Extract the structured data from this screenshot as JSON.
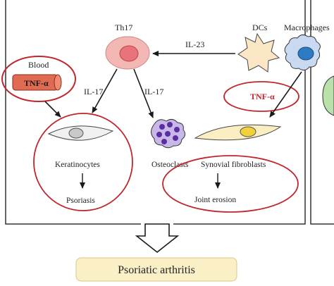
{
  "labels": {
    "th17": "Th17",
    "dcs": "DCs",
    "macrophages": "Macrophages",
    "il23": "IL-23",
    "blood": "Blood",
    "tnf_blood": "TNF-α",
    "tnf_macro": "TNF-α",
    "il17_left": "IL-17",
    "il17_right": "IL-17",
    "keratinocytes": "Keratinocytes",
    "psoriasis": "Psoriasis",
    "osteoclasts": "Osteoclasts",
    "synovial_fibroblasts": "Synovial fibroblasts",
    "joint_erosion": "Joint erosion"
  },
  "result": {
    "label": "Psoriatic arthritis"
  },
  "colors": {
    "th17_cell": "#f4b8b4",
    "th17_nucleus": "#e8737b",
    "dc_cell": "#fbe6c6",
    "macrophage_cell": "#c9d9f2",
    "macrophage_nucleus": "#2e7bc4",
    "osteoclast_cell": "#c8b8ea",
    "osteoclast_nuclei": "#5b2ea0",
    "fibroblast_cell": "#fbeec2",
    "fibroblast_nucleus": "#f1d23a",
    "keratinocyte_cell": "#f0f0f0",
    "keratinocyte_nucleus": "#c8c8c8",
    "tnf_tube": "#e06b52",
    "highlight_ring": "#c0272d",
    "result_box": "#fbf0c5",
    "side_cell": "#b9e1a9"
  }
}
